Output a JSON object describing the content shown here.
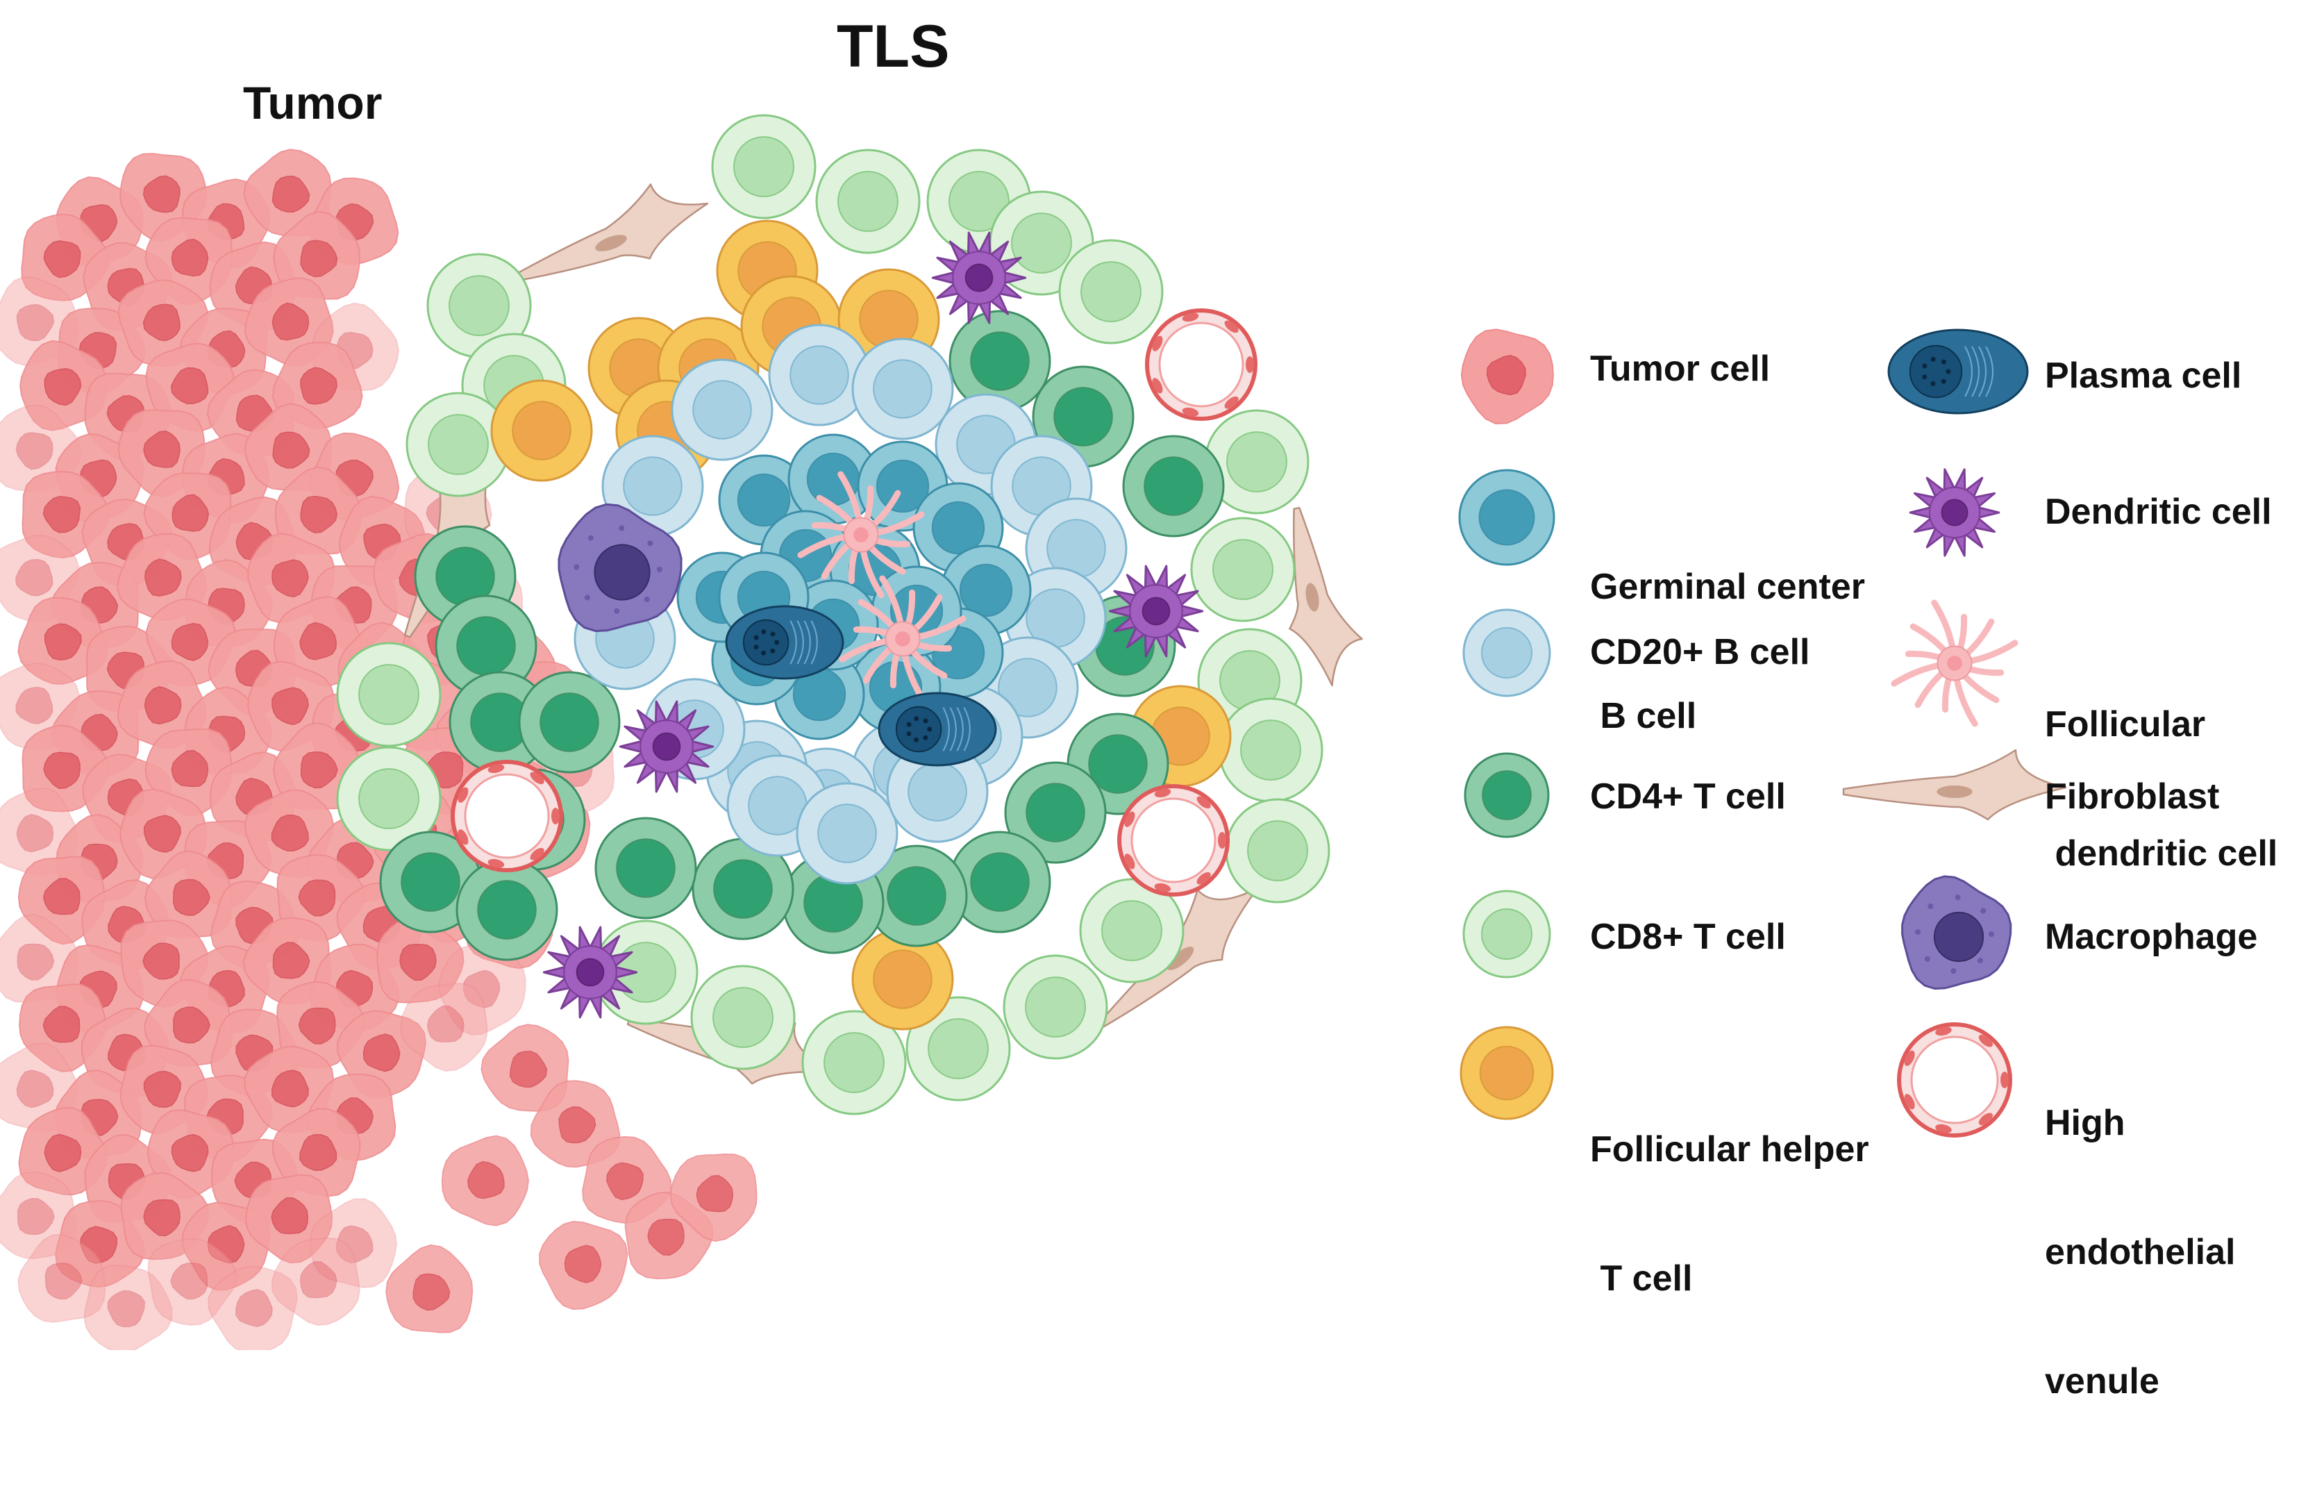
{
  "title": "TLS",
  "regions": {
    "tumor": "Tumor"
  },
  "colors": {
    "tumor_outer": "#f4a0a0",
    "tumor_inner": "#e2636b",
    "gc_b_outer": "#8ec9d8",
    "gc_b_inner": "#3f9bb5",
    "cd20_outer": "#cde3ee",
    "cd20_inner": "#a6cfe3",
    "cd4_outer": "#8dcca9",
    "cd4_inner": "#2c9f6f",
    "cd8_outer": "#dff3dc",
    "cd8_inner": "#b1dfaf",
    "tfh_outer": "#f7c65a",
    "tfh_inner": "#eea44c",
    "plasma": "#2b6f99",
    "dendritic": "#a15fbf",
    "fdc": "#f8b9bd",
    "fibroblast": "#ecd3c6",
    "macrophage": "#8878bd",
    "hev": "#e05b5b"
  },
  "legend": {
    "left": [
      {
        "icon": "tumor-cell-icon",
        "label": "Tumor cell"
      },
      {
        "icon": "germinal-center-b-cell-icon",
        "label_lines": [
          "Germinal center",
          " B cell"
        ]
      },
      {
        "icon": "cd20-b-cell-icon",
        "label": "CD20+ B cell"
      },
      {
        "icon": "cd4-t-cell-icon",
        "label": "CD4+ T cell"
      },
      {
        "icon": "cd8-t-cell-icon",
        "label": "CD8+ T cell"
      },
      {
        "icon": "follicular-helper-t-cell-icon",
        "label_lines": [
          "Follicular helper",
          " T cell"
        ]
      }
    ],
    "right": [
      {
        "icon": "plasma-cell-icon",
        "label": "Plasma cell"
      },
      {
        "icon": "dendritic-cell-icon",
        "label": "Dendritic cell"
      },
      {
        "icon": "follicular-dendritic-cell-icon",
        "label_lines": [
          "Follicular",
          " dendritic cell"
        ]
      },
      {
        "icon": "fibroblast-icon",
        "label": "Fibroblast"
      },
      {
        "icon": "macrophage-icon",
        "label": "Macrophage"
      },
      {
        "icon": "high-endothelial-venule-icon",
        "label_lines": [
          "High",
          "endothelial",
          "venule"
        ]
      }
    ]
  }
}
